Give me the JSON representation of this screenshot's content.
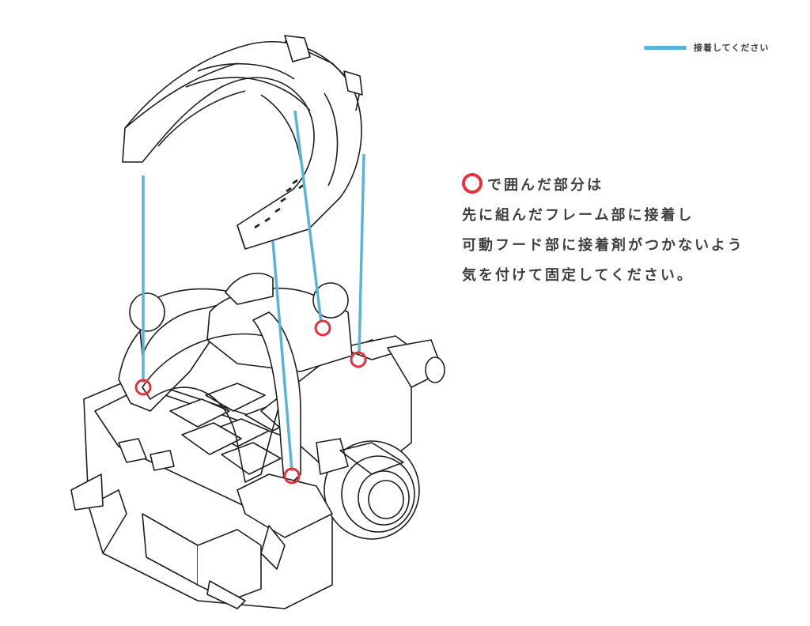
{
  "legend": {
    "label": "接着してください",
    "line_color": "#5ab4d8"
  },
  "instructions": {
    "marker_color": "#e4333d",
    "lines": [
      "で囲んだ部分は",
      "先に組んだフレーム部に接着し",
      "可動フード部に接着剤がつかないよう",
      "気を付けて固定してください。"
    ]
  },
  "drawing": {
    "line_color": "#1e1e1e",
    "glue_line_color": "#5ab4d8",
    "marker_color": "#e4333d"
  }
}
